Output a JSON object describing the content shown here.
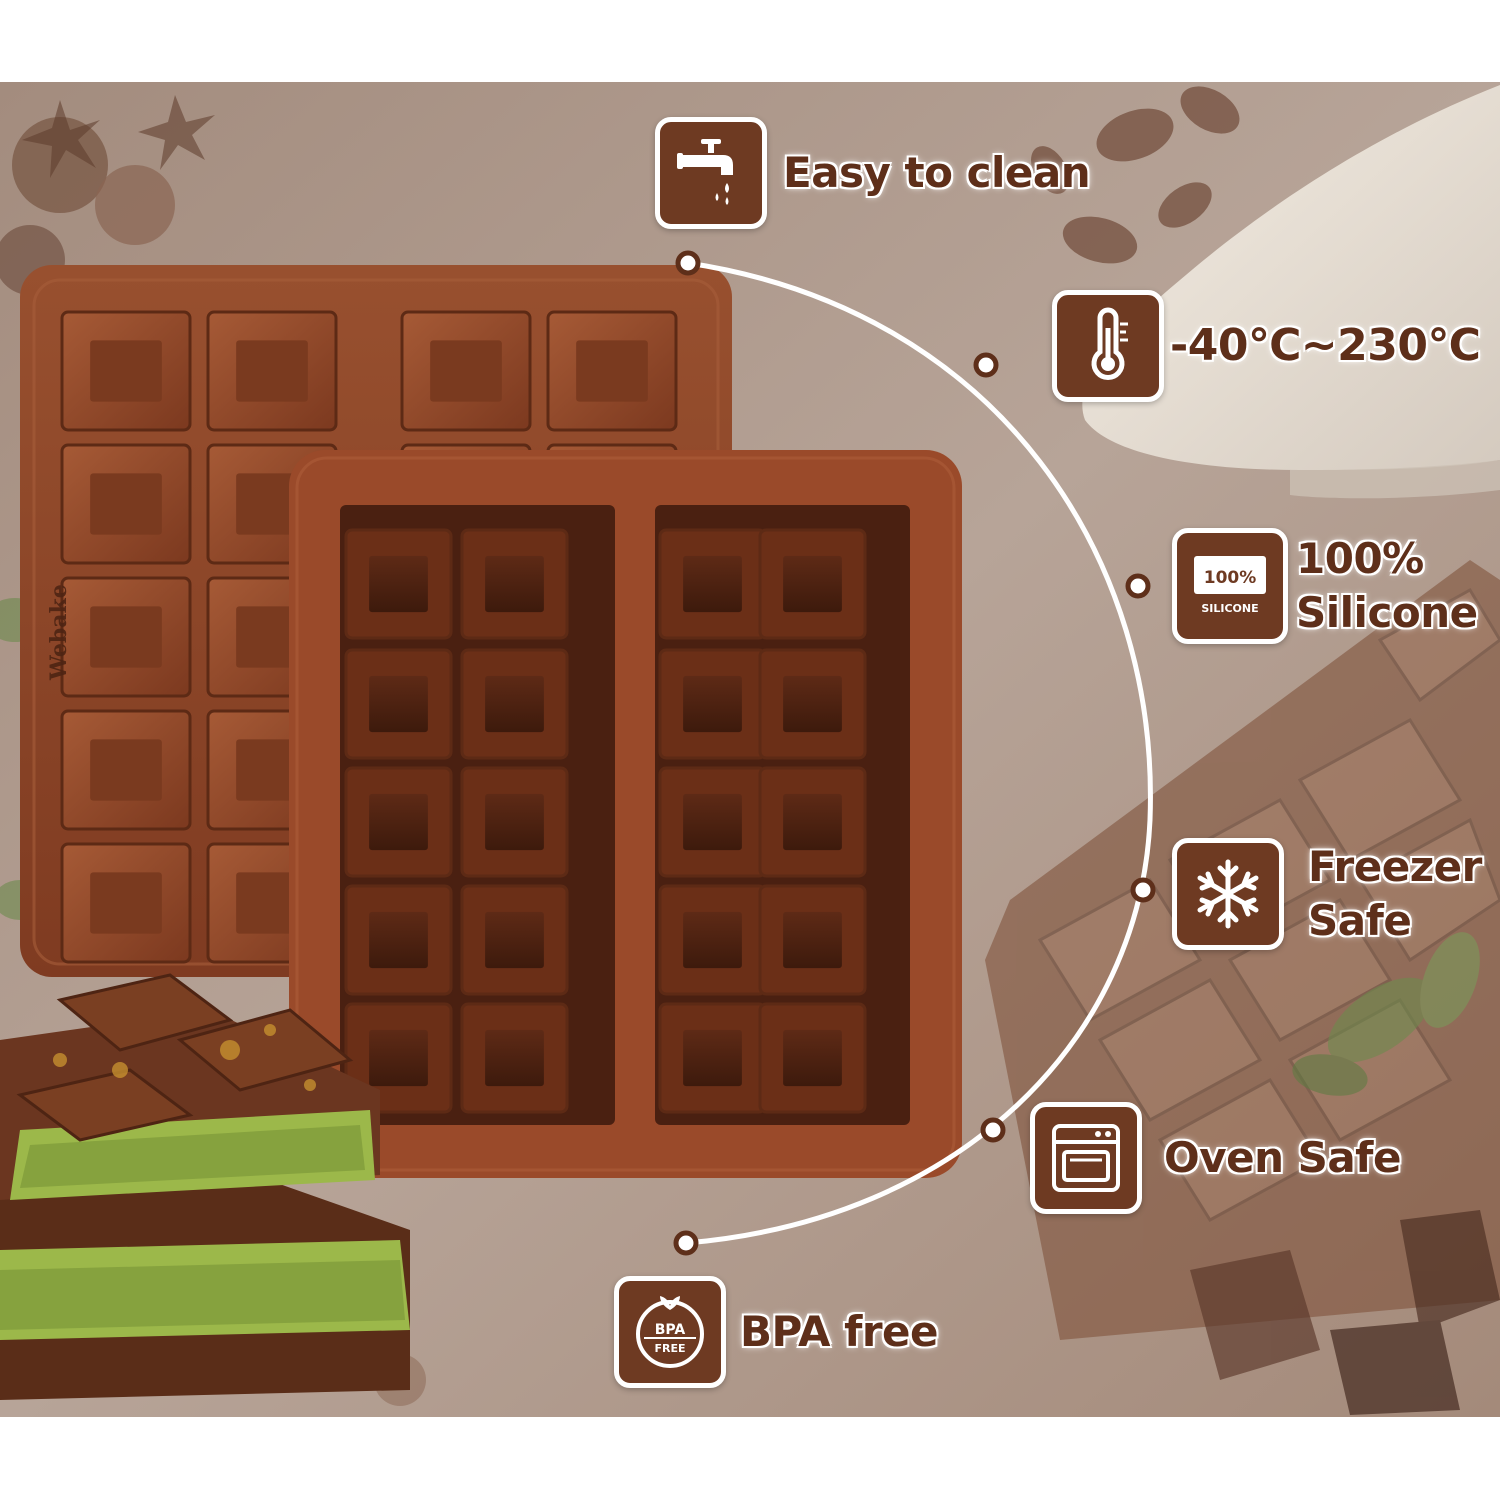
{
  "brand_mark": "Webake",
  "features": [
    {
      "key": "clean",
      "label_1": "Easy to clean",
      "label_2": "",
      "icon": "faucet-icon"
    },
    {
      "key": "temp",
      "label_1": "-40℃~230℃",
      "label_2": "",
      "icon": "thermometer-icon"
    },
    {
      "key": "silicone",
      "label_1": "100%",
      "label_2": "Silicone",
      "icon": "silicone-badge-icon",
      "badge_top": "100%",
      "badge_bottom": "SILICONE"
    },
    {
      "key": "freezer",
      "label_1": "Freezer",
      "label_2": "Safe",
      "icon": "snowflake-icon"
    },
    {
      "key": "oven",
      "label_1": "Oven Safe",
      "label_2": "",
      "icon": "oven-icon"
    },
    {
      "key": "bpa",
      "label_1": "BPA free",
      "label_2": "",
      "icon": "bpa-free-icon",
      "badge_top": "BPA",
      "badge_bottom": "FREE"
    }
  ],
  "colors": {
    "mold": "#8b4226",
    "icon_bg": "#6e3a22",
    "text": "#5e2f1a",
    "background": "#b49e90"
  }
}
